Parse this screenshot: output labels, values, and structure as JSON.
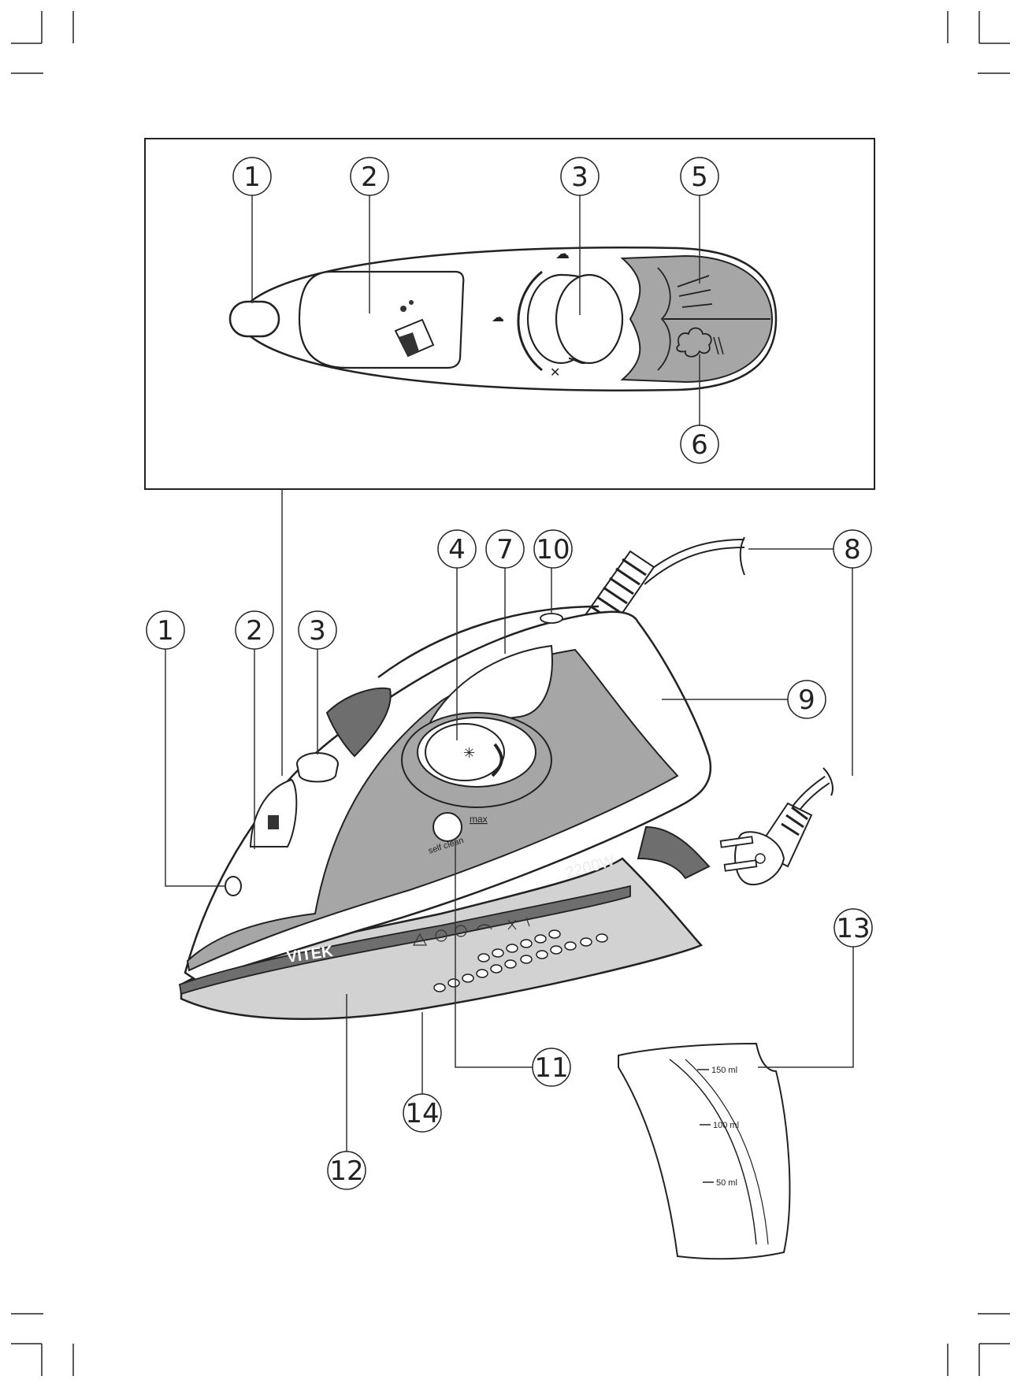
{
  "callouts_top": [
    {
      "id": "1",
      "label": "1"
    },
    {
      "id": "2",
      "label": "2"
    },
    {
      "id": "3",
      "label": "3"
    },
    {
      "id": "5",
      "label": "5"
    },
    {
      "id": "6",
      "label": "6"
    }
  ],
  "callouts_main": [
    {
      "id": "1",
      "label": "1"
    },
    {
      "id": "2",
      "label": "2"
    },
    {
      "id": "3",
      "label": "3"
    },
    {
      "id": "4",
      "label": "4"
    },
    {
      "id": "7",
      "label": "7"
    },
    {
      "id": "10",
      "label": "10"
    },
    {
      "id": "8",
      "label": "8"
    },
    {
      "id": "9",
      "label": "9"
    },
    {
      "id": "13",
      "label": "13"
    },
    {
      "id": "11",
      "label": "11"
    },
    {
      "id": "14",
      "label": "14"
    },
    {
      "id": "12",
      "label": "12"
    }
  ],
  "iron": {
    "brand": "VITEK",
    "power": "2200W",
    "dial_max": "max",
    "self_clean": "self clean"
  },
  "cup": {
    "mark_150": "150 ml",
    "mark_100": "100 ml",
    "mark_50": "50 ml"
  },
  "colors": {
    "body_grey": "#a6a6a6",
    "dark_grey": "#6e6e6e",
    "light_grey": "#d2d2d2",
    "line": "#222222"
  }
}
